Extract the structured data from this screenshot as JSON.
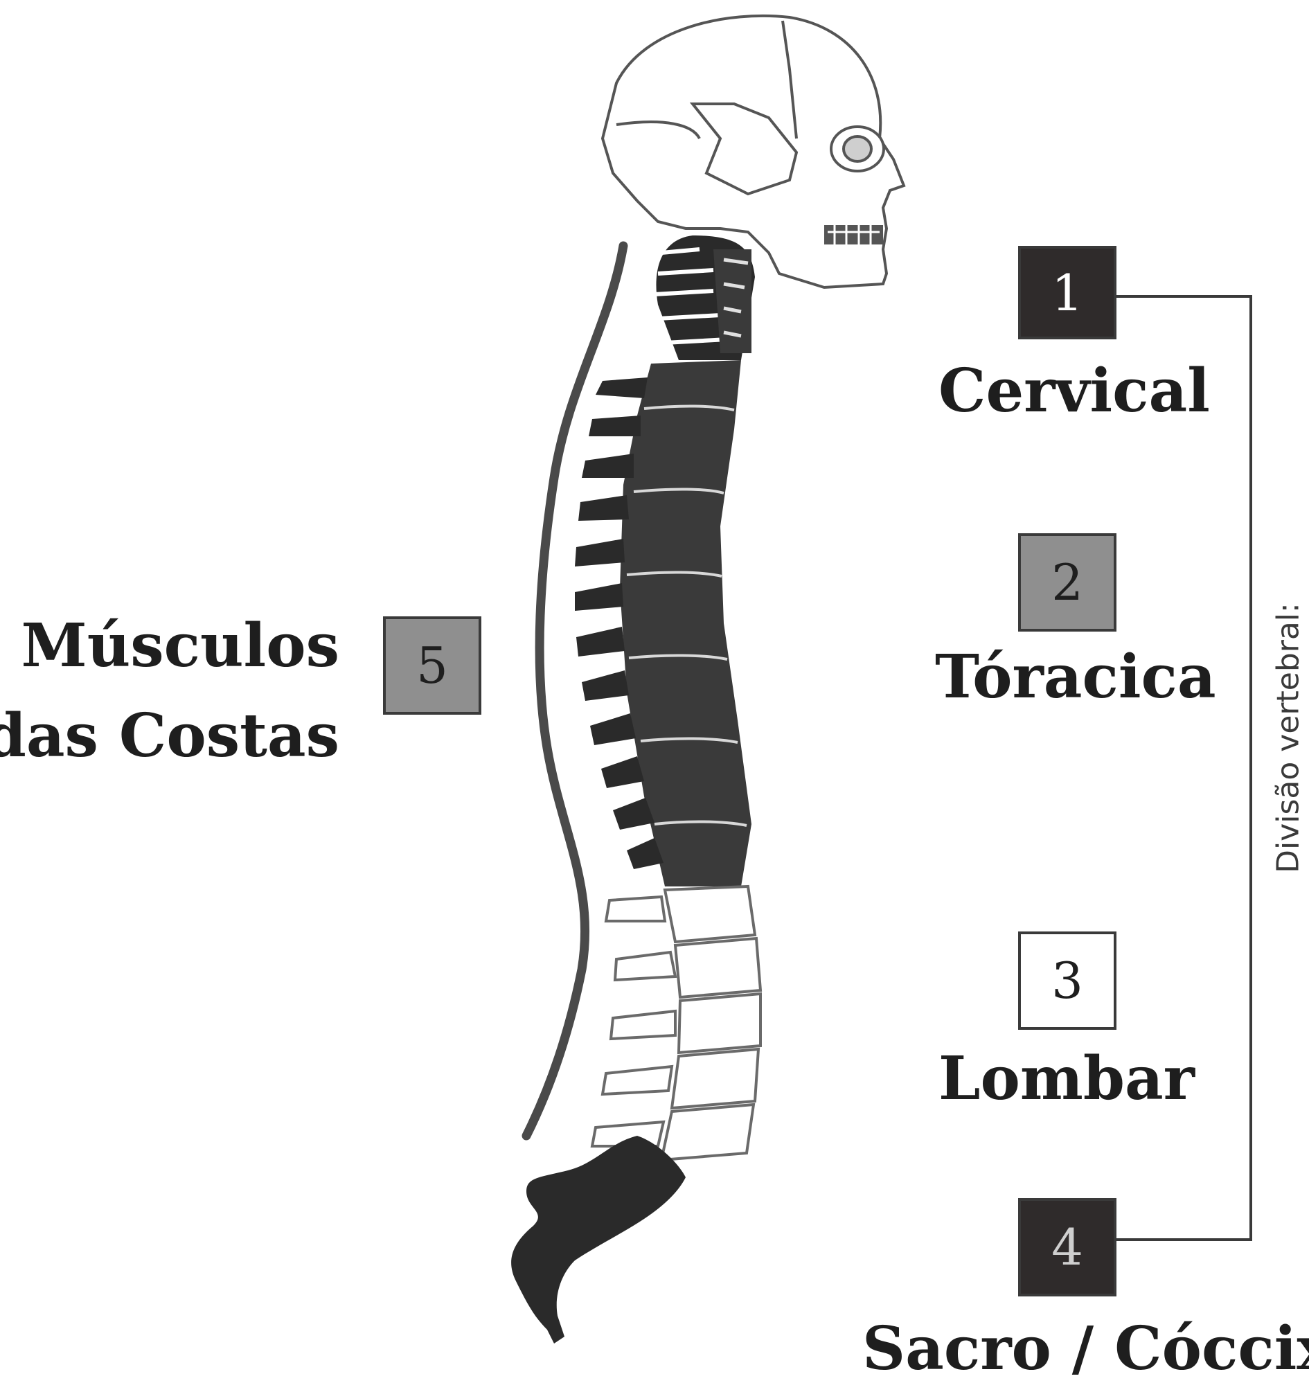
{
  "labels": {
    "muscles_line1": "Músculos",
    "muscles_line2": "das Costas",
    "cervical": "Cervical",
    "thoracic": "Tóracica",
    "lumbar": "Lombar",
    "sacrum": "Sacro / Cóccix",
    "bracket": "Divisão vertebral:"
  },
  "boxes": {
    "b1": "1",
    "b2": "2",
    "b3": "3",
    "b4": "4",
    "b5": "5"
  },
  "colors": {
    "cervical_box": "#2f2b2b",
    "thoracic_box": "#8f8f8f",
    "lumbar_box": "#ffffff",
    "sacrum_box": "#2f2b2b",
    "muscles_box": "#8f8f8f",
    "line": "#3a3a3a"
  }
}
